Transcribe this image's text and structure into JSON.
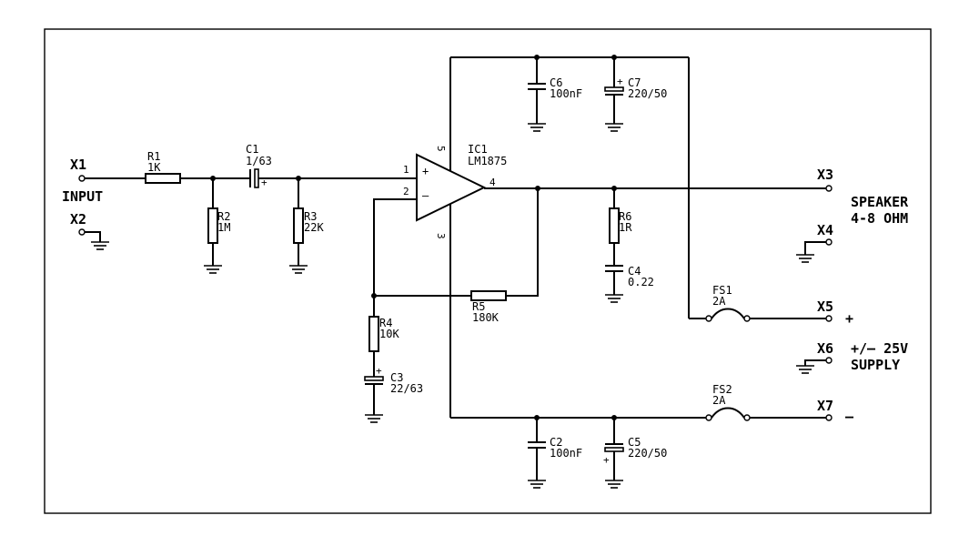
{
  "components": {
    "r1": {
      "ref": "R1",
      "value": "1K"
    },
    "r2": {
      "ref": "R2",
      "value": "1M"
    },
    "r3": {
      "ref": "R3",
      "value": "22K"
    },
    "r4": {
      "ref": "R4",
      "value": "10K"
    },
    "r5": {
      "ref": "R5",
      "value": "180K"
    },
    "r6": {
      "ref": "R6",
      "value": "1R"
    },
    "c1": {
      "ref": "C1",
      "value": "1/63"
    },
    "c2": {
      "ref": "C2",
      "value": "100nF"
    },
    "c3": {
      "ref": "C3",
      "value": "22/63"
    },
    "c4": {
      "ref": "C4",
      "value": "0.22"
    },
    "c5": {
      "ref": "C5",
      "value": "220/50"
    },
    "c6": {
      "ref": "C6",
      "value": "100nF"
    },
    "c7": {
      "ref": "C7",
      "value": "220/50"
    },
    "fs1": {
      "ref": "FS1",
      "value": "2A"
    },
    "fs2": {
      "ref": "FS2",
      "value": "2A"
    },
    "ic1": {
      "ref": "IC1",
      "value": "LM1875"
    }
  },
  "ic_pins": {
    "p1": "1",
    "p2": "2",
    "p3": "3",
    "p4": "4",
    "p5": "5",
    "plus": "+",
    "minus": "–"
  },
  "polarity": {
    "plus": "+"
  },
  "connectors": {
    "x1": "X1",
    "x2": "X2",
    "x3": "X3",
    "x4": "X4",
    "x5": "X5",
    "x6": "X6",
    "x7": "X7"
  },
  "labels": {
    "input": "INPUT",
    "speaker_line1": "SPEAKER",
    "speaker_line2": "4-8 OHM",
    "supply_plus": "+",
    "supply_minus": "–",
    "supply_line1": "+/– 25V",
    "supply_line2": "SUPPLY"
  }
}
